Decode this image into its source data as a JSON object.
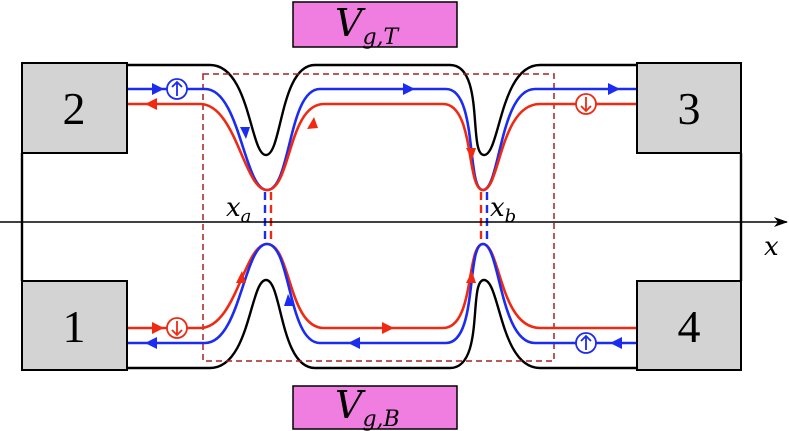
{
  "gates": {
    "top": {
      "main": "V",
      "sub": "g,T"
    },
    "bottom": {
      "main": "V",
      "sub": "g,B"
    }
  },
  "leads": [
    "1",
    "2",
    "3",
    "4"
  ],
  "positions": {
    "a": {
      "main": "x",
      "sub": "a"
    },
    "b": {
      "main": "x",
      "sub": "b"
    }
  },
  "axis": {
    "label": "x"
  },
  "colors": {
    "gate": "#f07ee0",
    "lead": "#d3d3d3",
    "spin_up_channel": "#1a2cf0",
    "spin_down_channel": "#f02a12",
    "scattering_region": "#a52020"
  },
  "icons": [
    "spin-up-icon",
    "spin-down-icon"
  ]
}
